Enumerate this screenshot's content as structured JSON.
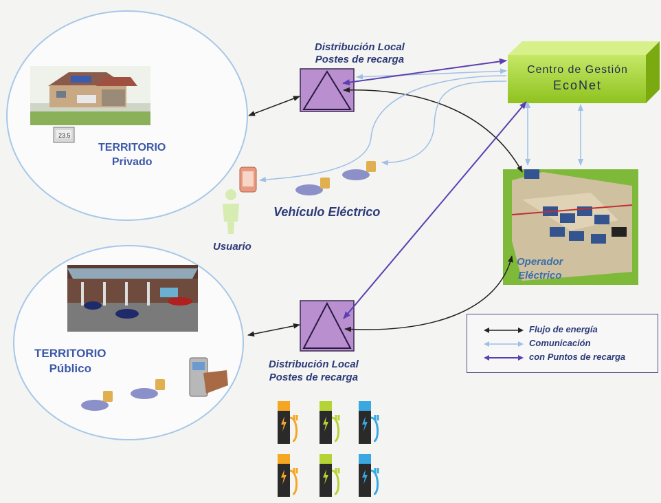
{
  "title_top_distribution": {
    "line1": "Distribución Local",
    "line2": "Postes de recarga"
  },
  "title_bottom_distribution": {
    "line1": "Distribución Local",
    "line2": "Postes de recarga"
  },
  "control_center": {
    "line1": "Centro de Gestión",
    "line2": "EcoNet",
    "color": "#9acd32"
  },
  "territory_private": {
    "line1": "TERRITORIO",
    "line2": "Privado",
    "thermostat_reading": "23.5"
  },
  "territory_public": {
    "line1": "TERRITORIO",
    "line2": "Público"
  },
  "electric_vehicle_label": "Vehículo Eléctrico",
  "user_label": "Usuario",
  "operator": {
    "line1": "Operador",
    "line2": "Eléctrico"
  },
  "legend": {
    "items": [
      {
        "label": "Flujo de energía",
        "color": "#222222"
      },
      {
        "label": "Comunicación",
        "color": "#9ebfe6"
      },
      {
        "label": "con Puntos de recarga",
        "color": "#5a3fb0"
      }
    ]
  },
  "colors": {
    "circle_stroke": "#a7c7e7",
    "pole_box": "#b98fd0",
    "energy": "#222222",
    "communication": "#9ebfe6",
    "charge_points": "#5a3fb0",
    "label_blue": "#3c58a8"
  },
  "charging_station_icons": [
    {
      "name": "orange-battery-charger-icon",
      "accent": "#f5a623"
    },
    {
      "name": "green-bolt-charger-icon",
      "accent": "#b5d334"
    },
    {
      "name": "blue-bolt-charger-icon",
      "accent": "#3aa8e0"
    },
    {
      "name": "orange-bolt-charger-icon",
      "accent": "#f5a623"
    },
    {
      "name": "green-parking-charger-icon",
      "accent": "#b5d334"
    },
    {
      "name": "blue-parking-charger-icon",
      "accent": "#3aa8e0"
    }
  ]
}
